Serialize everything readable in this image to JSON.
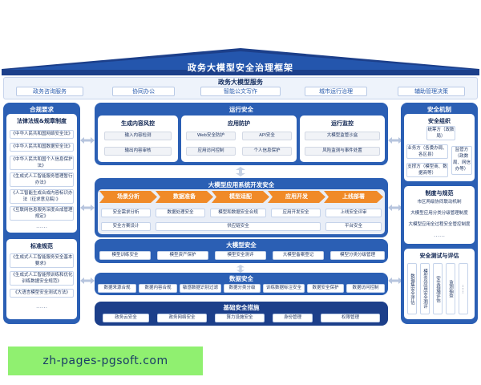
{
  "title": "政务大模型安全治理框架",
  "services": {
    "title": "政务大模型服务",
    "items": [
      "政务咨询服务",
      "协同办公",
      "智能公文写作",
      "城市运行治理",
      "辅助管理决策"
    ]
  },
  "compliance": {
    "title": "合规要求",
    "laws": {
      "title": "法律法规&规章制度",
      "items": [
        "《中华人民共和国网络安全法》",
        "《中华人民共和国数据安全法》",
        "《中华人民共和国个人信息保护法》",
        "《生成式人工智能服务管理暂行办法》",
        "《人工智能生成合成内容标识办法（征求意见稿）》",
        "《互联网信息服务深度合成管理规定》"
      ],
      "more": "……"
    },
    "standards": {
      "title": "标准规范",
      "items": [
        "《生成式人工智能服务安全基本要求》",
        "《生成式人工智能预训练和优化训练数据安全规范》",
        "《大语言模型安全测试方法》"
      ],
      "more": "……"
    }
  },
  "operation": {
    "title": "运行安全",
    "groups": [
      {
        "title": "生成内容风控",
        "items": [
          "输入内容检测",
          "输出内容审核"
        ]
      },
      {
        "title": "应用防护",
        "items": [
          "Web安全防护",
          "API安全",
          "应用访问控制",
          "个人信息保护"
        ]
      },
      {
        "title": "运行监控",
        "items": [
          "大模型监管沙盒",
          "风险监测与事件处置"
        ]
      }
    ]
  },
  "devsec": {
    "title": "大模型应用系统开发安全",
    "stages": [
      "场景分析",
      "数据准备",
      "模型适配",
      "应用开发",
      "上线部署"
    ],
    "row1": [
      "安全需求分析",
      "数据处理安全",
      "模型和数据安全合规",
      "应用开发安全",
      "上线安全评审"
    ],
    "row2_left": "安全方案设计",
    "row2_mid": "供应链安全",
    "row2_right": "平台安全"
  },
  "modelsec": {
    "title": "大模型安全",
    "items": [
      "模型训练安全",
      "模型资产保护",
      "模型安全测评",
      "大模型备案登记",
      "模型分类分级管理"
    ]
  },
  "datasec": {
    "title": "数据安全",
    "items": [
      "数据来源合规",
      "数据内容合规",
      "敏感数据识别过滤",
      "数据分类分级",
      "训练数据标注安全",
      "数据安全保护",
      "数据访问控制"
    ]
  },
  "infra": {
    "title": "基础安全措施",
    "items": [
      "政务云安全",
      "政务网络安全",
      "算力设施安全",
      "身份管理",
      "权限管理"
    ]
  },
  "mechanism": {
    "title": "安全机制",
    "org": {
      "title": "安全组织",
      "coordinator": "统筹方（政数局）",
      "business": "业务方（各委办局、各区县）",
      "support": "支撑方（模型商、数据商等）",
      "supervisor": "监管方（政数局、网信办等）"
    },
    "rules": {
      "title": "制度与规范",
      "items": [
        "市区两级协同联动机制",
        "大模型应用分类分级管理制度",
        "大模型应用全过程安全管控制度"
      ],
      "more": "……"
    },
    "testing": {
      "title": "安全测试与评估",
      "items": [
        "数据集安全评估",
        "模型及应用安全测评",
        "安全措施评估",
        "监测抽查"
      ],
      "more": "……"
    }
  },
  "watermark": "zh-pages-pgsoft.com",
  "colors": {
    "primary": "#2b5fb4",
    "navy": "#1c3f8a",
    "orange": "#f08a28"
  }
}
